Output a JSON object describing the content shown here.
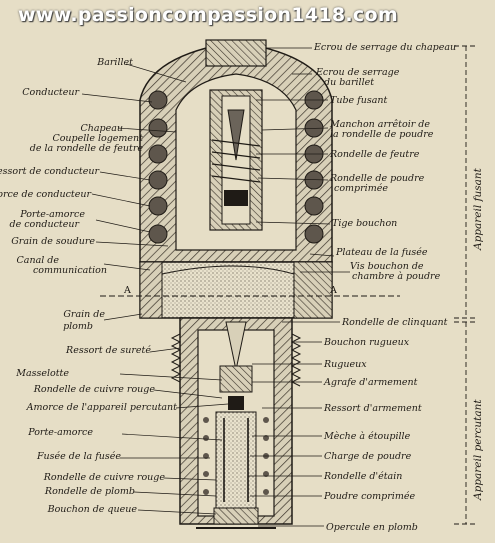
{
  "watermark": "www.passioncompassion1418.com",
  "labels": {
    "left": [
      "Barillet",
      "Conducteur",
      "Chapeau",
      "Coupelle logement",
      "de la rondelle de feutre",
      "Ressort de conducteur",
      "Amorce de conducteur",
      "Porte-amorce",
      "de conducteur",
      "Grain de soudure",
      "Canal de",
      "communication",
      "Grain de",
      "plomb",
      "Ressort de sureté",
      "Masselotte",
      "Rondelle de cuivre rouge",
      "Amorce de l'appareil percutant",
      "Porte-amorce",
      "Fusée de la fusée",
      "Rondelle de cuivre rouge",
      "Rondelle de plomb",
      "Bouchon de queue"
    ],
    "right": [
      "Ecrou de serrage du chapeau",
      "Ecrou de serrage",
      "du barillet",
      "Tube fusant",
      "Manchon arrêtoir de",
      "la rondelle de poudre",
      "Rondelle de feutre",
      "Rondelle de poudre",
      "comprimée",
      "Tige bouchon",
      "Plateau de la fusée",
      "Vis bouchon de",
      "chambre à poudre",
      "Rondelle de clinquant",
      "Bouchon rugueux",
      "Rugueux",
      "Agrafe d'armement",
      "Ressort d'armement",
      "Mèche à étoupille",
      "Charge de poudre",
      "Rondelle d'étain",
      "Poudre comprimée",
      "Opercule en plomb"
    ]
  },
  "markers": [
    "A",
    "A"
  ],
  "sections": [
    "Appareil fusant",
    "Appareil percutant"
  ]
}
